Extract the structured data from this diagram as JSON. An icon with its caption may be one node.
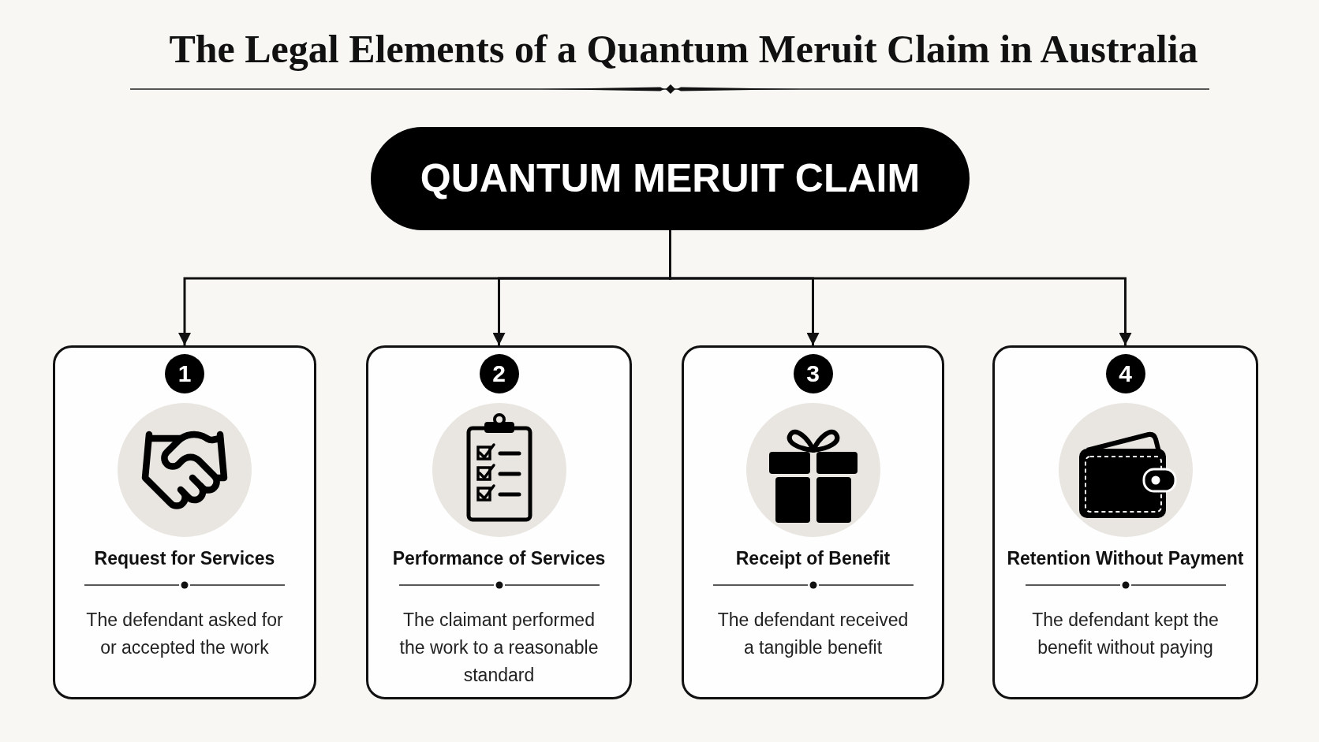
{
  "diagram": {
    "title": "The Legal Elements of a Quantum Meruit Claim in Australia",
    "nodes": [
      {
        "text": [
          "QUANTUM MERUIT CLAIM"
        ]
      },
      {
        "text": [
          "Request for Services",
          "The defendant asked for or accepted the work"
        ]
      },
      {
        "text": [
          "1"
        ],
        "in": 1
      },
      {
        "text": [
          "Performance of Services",
          "The claimant performed the work to a reasonable standard"
        ]
      },
      {
        "text": [
          "2"
        ],
        "in": 3
      },
      {
        "text": [
          "Receipt of Benefit",
          "The defendant received a tangible benefit"
        ]
      },
      {
        "text": [
          "3"
        ],
        "in": 5
      },
      {
        "text": [
          "Retention Without Payment",
          "The defendant kept the benefit without paying"
        ]
      },
      {
        "text": [
          "4"
        ],
        "in": 7
      }
    ],
    "edges": [
      {
        "from": 0,
        "to": 1,
        "arrow": "to"
      },
      {
        "from": 0,
        "to": 3,
        "arrow": "to"
      },
      {
        "from": 0,
        "to": 5,
        "arrow": "to"
      },
      {
        "from": 0,
        "to": 7,
        "arrow": "to"
      }
    ]
  }
}
